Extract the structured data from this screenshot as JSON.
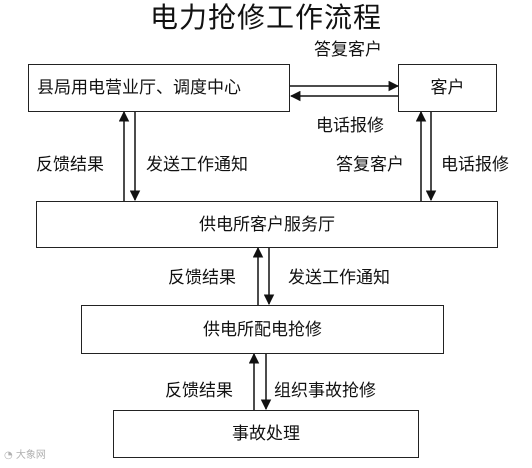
{
  "title": "电力抢修工作流程",
  "nodes": {
    "dispatch_center": "县局用电营业厅、调度中心",
    "customer": "客户",
    "service_hall": "供电所客户服务厅",
    "repair_station": "供电所配电抢修",
    "incident_handling": "事故处理"
  },
  "edges": {
    "reply_customer_top": "答复客户",
    "phone_report_top": "电话报修",
    "feedback_1": "反馈结果",
    "send_notice_1": "发送工作通知",
    "reply_customer_right": "答复客户",
    "phone_report_right": "电话报修",
    "feedback_2": "反馈结果",
    "send_notice_2": "发送工作通知",
    "feedback_3": "反馈结果",
    "organize_repair": "组织事故抢修"
  },
  "watermark": "大象网"
}
